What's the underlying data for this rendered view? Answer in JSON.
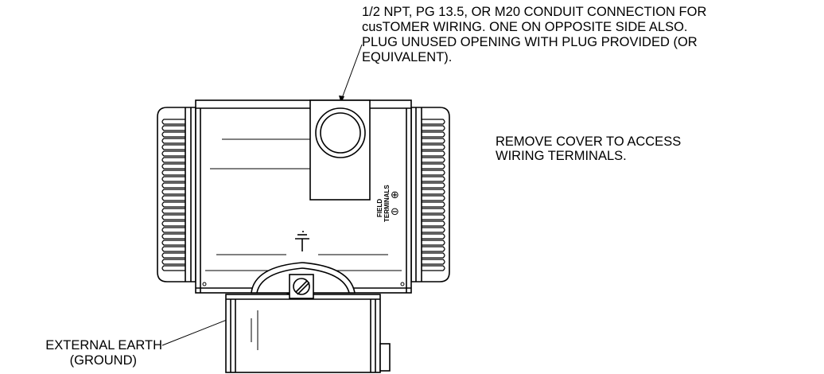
{
  "callouts": {
    "conduit": {
      "lines": [
        "1/2 NPT, PG 13.5, OR M20 CONDUIT CONNECTION FOR",
        "cusTOMER WIRING. ONE ON OPPOSITE SIDE ALSO.",
        "PLUG UNUSED OPENING WITH PLUG PROVIDED (OR",
        "EQUIVALENT)."
      ]
    },
    "cover": {
      "lines": [
        "REMOVE COVER TO ACCESS",
        "WIRING TERMINALS."
      ]
    },
    "earth": {
      "lines": [
        "EXTERNAL EARTH",
        "(GROUND)"
      ]
    }
  },
  "housing": {
    "terminal_label_lines": [
      "FIELD",
      "TERMINALS"
    ],
    "terminal_symbols": [
      "⊖",
      "⊕"
    ]
  },
  "icons": {
    "ground": "ground-symbol-icon",
    "screw": "ground-screw-icon",
    "conduit": "conduit-port-icon"
  }
}
